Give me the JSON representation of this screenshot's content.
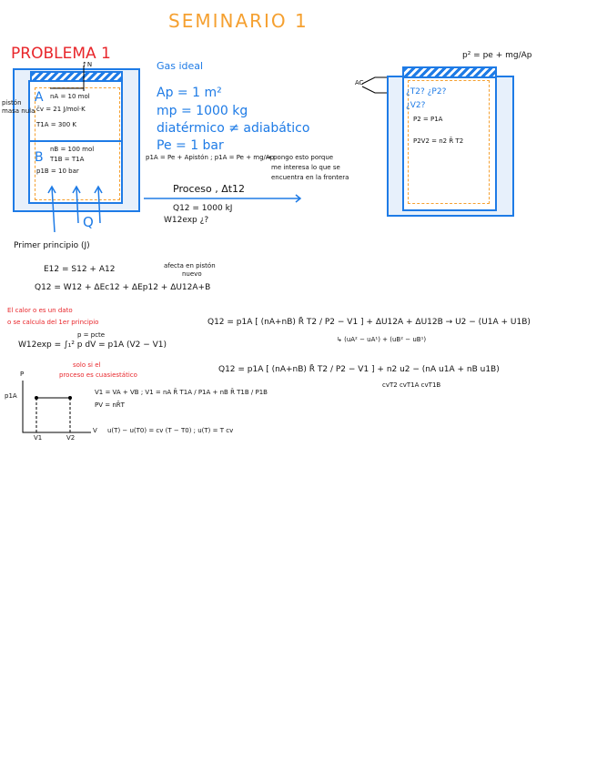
{
  "title": "SEMINARIO 1",
  "problem": "PROBLEMA 1",
  "left_diagram": {
    "side_note": [
      "pistón",
      "masa nula"
    ],
    "top_label": "↑N",
    "gas_a": {
      "label": "A",
      "n": "nA = 10 mol",
      "cv": "c̄v = 21 J/mol·K",
      "t": "T1A = 300 K"
    },
    "gas_b": {
      "label": "B",
      "n": "nB = 100 mol",
      "t": "T1B = T1A",
      "p": "p1B = 10 bar"
    },
    "heat": "Q"
  },
  "data": {
    "gas": "Gas ideal",
    "area": "Ap = 1 m²",
    "mass": "mp = 1000 kg",
    "wall": "diatérmico ≠ adiabático",
    "pe": "Pe = 1 bar",
    "pressure_eq": "p1A = Pe + Apistón ; p1A = Pe + mg/Ap",
    "pressure_note": [
      "→ pongo esto porque",
      "me interesa lo que se",
      "encuentra en la frontera"
    ],
    "process": "Proceso , Δt12",
    "q12": "Q12 = 1000 kJ",
    "w12": "W12exp ¿?"
  },
  "right_diagram": {
    "pressure": "p² = pe + mg/Ap",
    "valve": "AC",
    "q1": "¿T2? ¿P2?",
    "q2": "¿V2?",
    "p2": "P2 = P1A",
    "state": "P2V2 = n2 R̄ T2"
  },
  "first_law": {
    "heading": "Primer principio (J)",
    "eq1": "E12 = S12 + A12",
    "eq2": "Q12 = W12 + ΔEc12 + ΔEp12 + ΔU12A+B",
    "note": [
      "afecta en pistón",
      "nuevo"
    ],
    "red_note": [
      "El calor o es un dato",
      "o se calcula del 1er principio"
    ],
    "work": "W12exp = ∫₁² p dV = p1A (V2 − V1)",
    "work_note": "p = pcte",
    "red_note2": [
      "solo si el",
      "proceso es cuasiestático"
    ],
    "v1": "V1 = VA + VB ; V1 = nA R̄ T1A / P1A + nB R̄ T1B / P1B",
    "pv": "PV = nR̄T",
    "u": "u(T) − u(T0) = cv (T − T0) ; u(T) = T cv",
    "q_a": "Q12 = p1A [ (nA+nB) R̄ T2 / P2 − V1 ] + ΔU12A + ΔU12B → U2 − (U1A + U1B)",
    "q_a2": "↳ (uA² − uA¹) + (uB² − uB¹)",
    "q_b": "Q12 = p1A [ (nA+nB) R̄ T2 / P2 − V1 ] + n2 u2 − (nA u1A + nB u1B)",
    "q_b_sub": "cvT2      cvT1A      cvT1B"
  },
  "graph": {
    "y": "P",
    "x": "V",
    "p": "p1A",
    "v1": "V1",
    "v2": "V2"
  },
  "colors": {
    "blue": "#1e7be6",
    "red": "#e8262b",
    "orange": "#f5a030"
  }
}
